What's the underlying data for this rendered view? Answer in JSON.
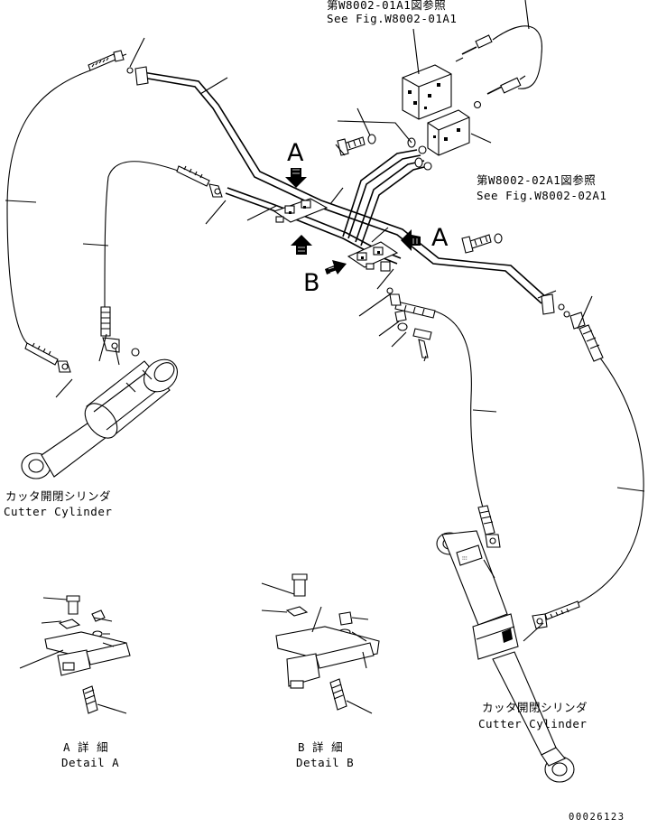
{
  "references": {
    "ref1_jp": "第W8002-01A1図参照",
    "ref1_en": "See Fig.W8002-01A1",
    "ref2_jp": "第W8002-02A1図参照",
    "ref2_en": "See Fig.W8002-02A1"
  },
  "cylinders": {
    "left_jp": "カッタ開閉シリンダ",
    "left_en": "Cutter Cylinder",
    "right_jp": "カッタ開閉シリンダ",
    "right_en": "Cutter Cylinder"
  },
  "view_markers": {
    "a_top": "A",
    "a_right": "A",
    "b_left": "B"
  },
  "details": {
    "a_jp": "A 詳 細",
    "a_en": "Detail A",
    "b_jp": "B 詳 細",
    "b_en": "Detail B"
  },
  "drawing_number": "00026123"
}
